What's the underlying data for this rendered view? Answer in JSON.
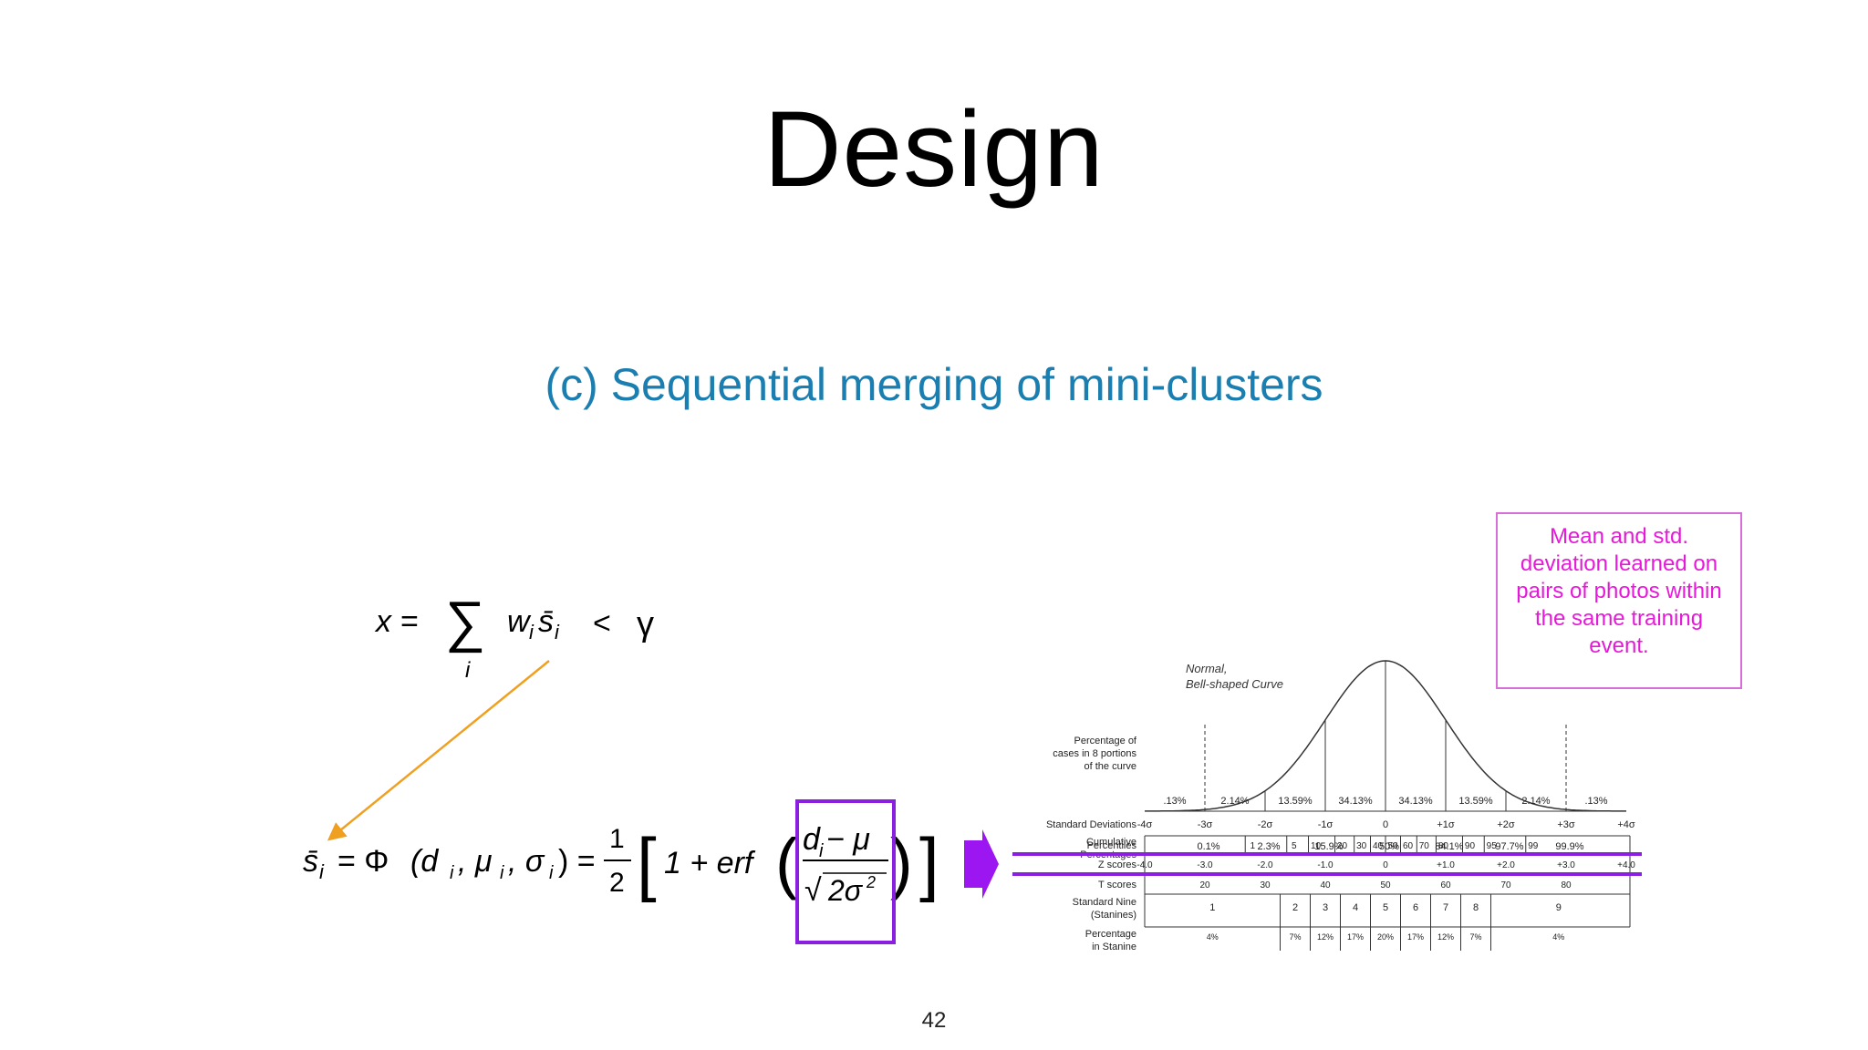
{
  "slide": {
    "title": "Design",
    "subtitle": "(c) Sequential merging of mini-clusters",
    "page_number": "42"
  },
  "formula1": {
    "lhs": "x =",
    "sum": "∑",
    "sum_index": "i",
    "term_w": "w",
    "term_w_sub": "i",
    "term_s": "s̄",
    "term_s_sub": "i",
    "less_than": "<",
    "gamma": "γ"
  },
  "formula2": {
    "s": "s̄",
    "s_sub": "i",
    "eq1": "= Φ",
    "args": "(d",
    "args_sub1": "i",
    "args_mid1": ", μ",
    "args_sub2": "i",
    "args_mid2": ", σ",
    "args_sub3": "i",
    "args_end": ") =",
    "frac_num": "1",
    "frac_den": "2",
    "bracket_open": "[",
    "one_plus": "1 + erf",
    "paren_open": "(",
    "inner_num": "d",
    "inner_num_sub": "i",
    "inner_num_rest": " − μ",
    "inner_den_root": "√",
    "inner_den": "2σ",
    "inner_den_sup": "2",
    "paren_close": ")",
    "bracket_close": "]"
  },
  "annotation": {
    "lines": [
      "Mean and std.",
      "deviation learned on",
      "pairs of photos within",
      "the same training",
      "event."
    ]
  },
  "colors": {
    "subtitle": "#1a7fb0",
    "annotation_text": "#e619d8",
    "annotation_border": "#d86fd8",
    "highlight": "#8a1fe0",
    "arrow": "#f0a020"
  },
  "chart_data": {
    "type": "diagram",
    "title": "Normal, Bell-shaped Curve",
    "row_labels": {
      "percentage": [
        "Percentage of",
        "cases in 8 portions",
        "of the curve"
      ],
      "std_dev": "Standard Deviations",
      "cumulative": [
        "Cumulative",
        "Percentages"
      ],
      "percentiles": "Percentiles",
      "z_scores": "Z scores",
      "t_scores": "T scores",
      "stanines": [
        "Standard Nine",
        "(Stanines)"
      ],
      "stanine_pct": [
        "Percentage",
        "in Stanine"
      ]
    },
    "portion_percentages": [
      ".13%",
      "2.14%",
      "13.59%",
      "34.13%",
      "34.13%",
      "13.59%",
      "2.14%",
      ".13%"
    ],
    "std_devs": [
      "-4σ",
      "-3σ",
      "-2σ",
      "-1σ",
      "0",
      "+1σ",
      "+2σ",
      "+3σ",
      "+4σ"
    ],
    "cumulative": [
      "0.1%",
      "2.3%",
      "15.9%",
      "50%",
      "84.1%",
      "97.7%",
      "99.9%"
    ],
    "percentiles": [
      "1",
      "5",
      "10",
      "20",
      "30",
      "40",
      "50",
      "60",
      "70",
      "80",
      "90",
      "95",
      "99"
    ],
    "z_scores": [
      "-4.0",
      "-3.0",
      "-2.0",
      "-1.0",
      "0",
      "+1.0",
      "+2.0",
      "+3.0",
      "+4.0"
    ],
    "t_scores": [
      "20",
      "30",
      "40",
      "50",
      "60",
      "70",
      "80"
    ],
    "stanines": [
      "1",
      "2",
      "3",
      "4",
      "5",
      "6",
      "7",
      "8",
      "9"
    ],
    "stanine_pct": [
      "4%",
      "7%",
      "12%",
      "17%",
      "20%",
      "17%",
      "12%",
      "7%",
      "4%"
    ]
  }
}
